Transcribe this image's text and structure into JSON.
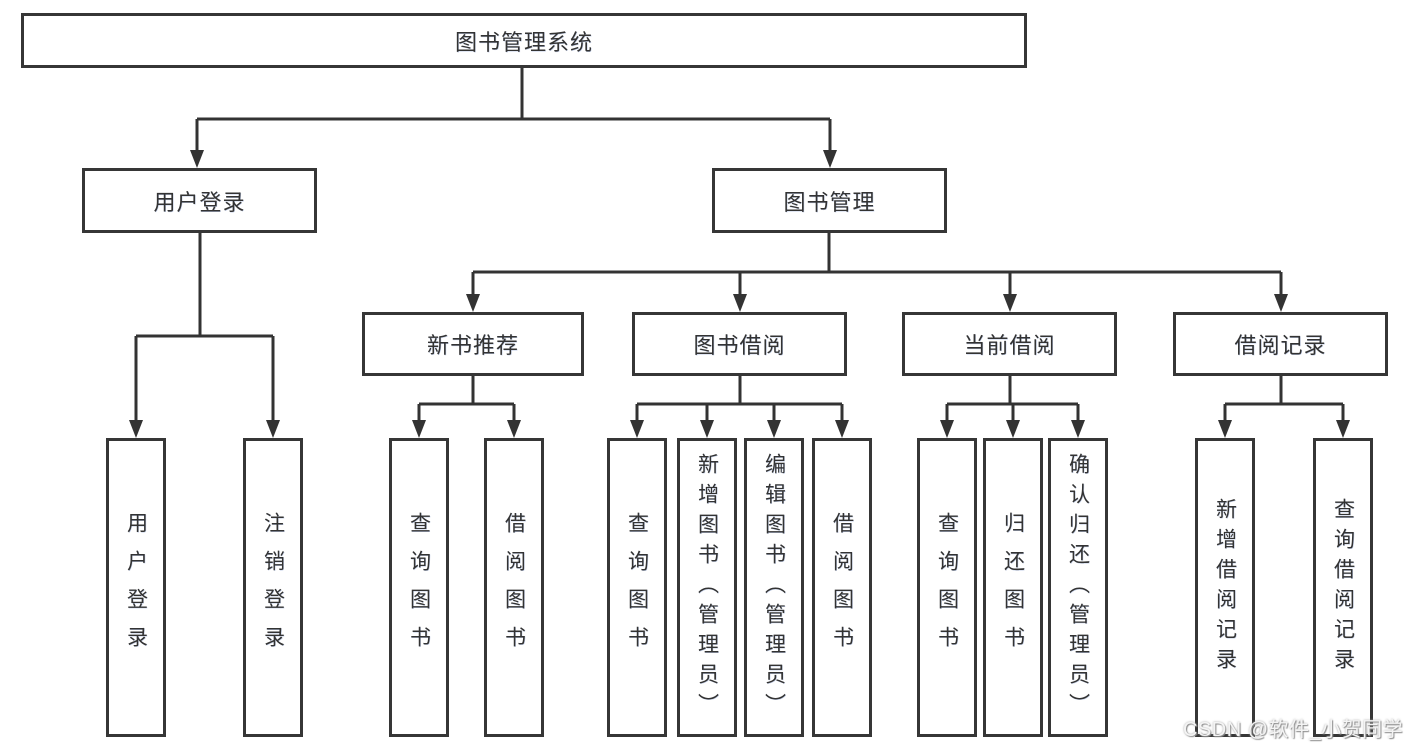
{
  "diagram": {
    "nodes": {
      "root": "图书管理系统",
      "l2_user_login": "用户登录",
      "l2_book_mgmt": "图书管理",
      "l3_new_book_rec": "新书推荐",
      "l3_book_borrow": "图书借阅",
      "l3_current_borrow": "当前借阅",
      "l3_borrow_records": "借阅记录",
      "leaf_user_login": "用户登录",
      "leaf_logout": "注销登录",
      "leaf_rec_query": "查询图书",
      "leaf_rec_borrow": "借阅图书",
      "leaf_bb_query": "查询图书",
      "leaf_bb_add": "新增图书（管理员）",
      "leaf_bb_edit": "编辑图书（管理员）",
      "leaf_bb_borrow": "借阅图书",
      "leaf_cb_query": "查询图书",
      "leaf_cb_return": "归还图书",
      "leaf_cb_confirm": "确认归还（管理员）",
      "leaf_br_add": "新增借阅记录",
      "leaf_br_query": "查询借阅记录"
    },
    "hierarchy": {
      "图书管理系统": {
        "用户登录": [
          "用户登录",
          "注销登录"
        ],
        "图书管理": {
          "新书推荐": [
            "查询图书",
            "借阅图书"
          ],
          "图书借阅": [
            "查询图书",
            "新增图书（管理员）",
            "编辑图书（管理员）",
            "借阅图书"
          ],
          "当前借阅": [
            "查询图书",
            "归还图书",
            "确认归还（管理员）"
          ],
          "借阅记录": [
            "新增借阅记录",
            "查询借阅记录"
          ]
        }
      }
    }
  },
  "watermark": {
    "text": "CSDN @软件_小贺同学"
  },
  "colors": {
    "line": "#333333",
    "box_border": "#363636",
    "box_fill": "#ffffff",
    "text": "#333333",
    "background": "#ffffff",
    "watermark_text": "#f4f4f4"
  }
}
